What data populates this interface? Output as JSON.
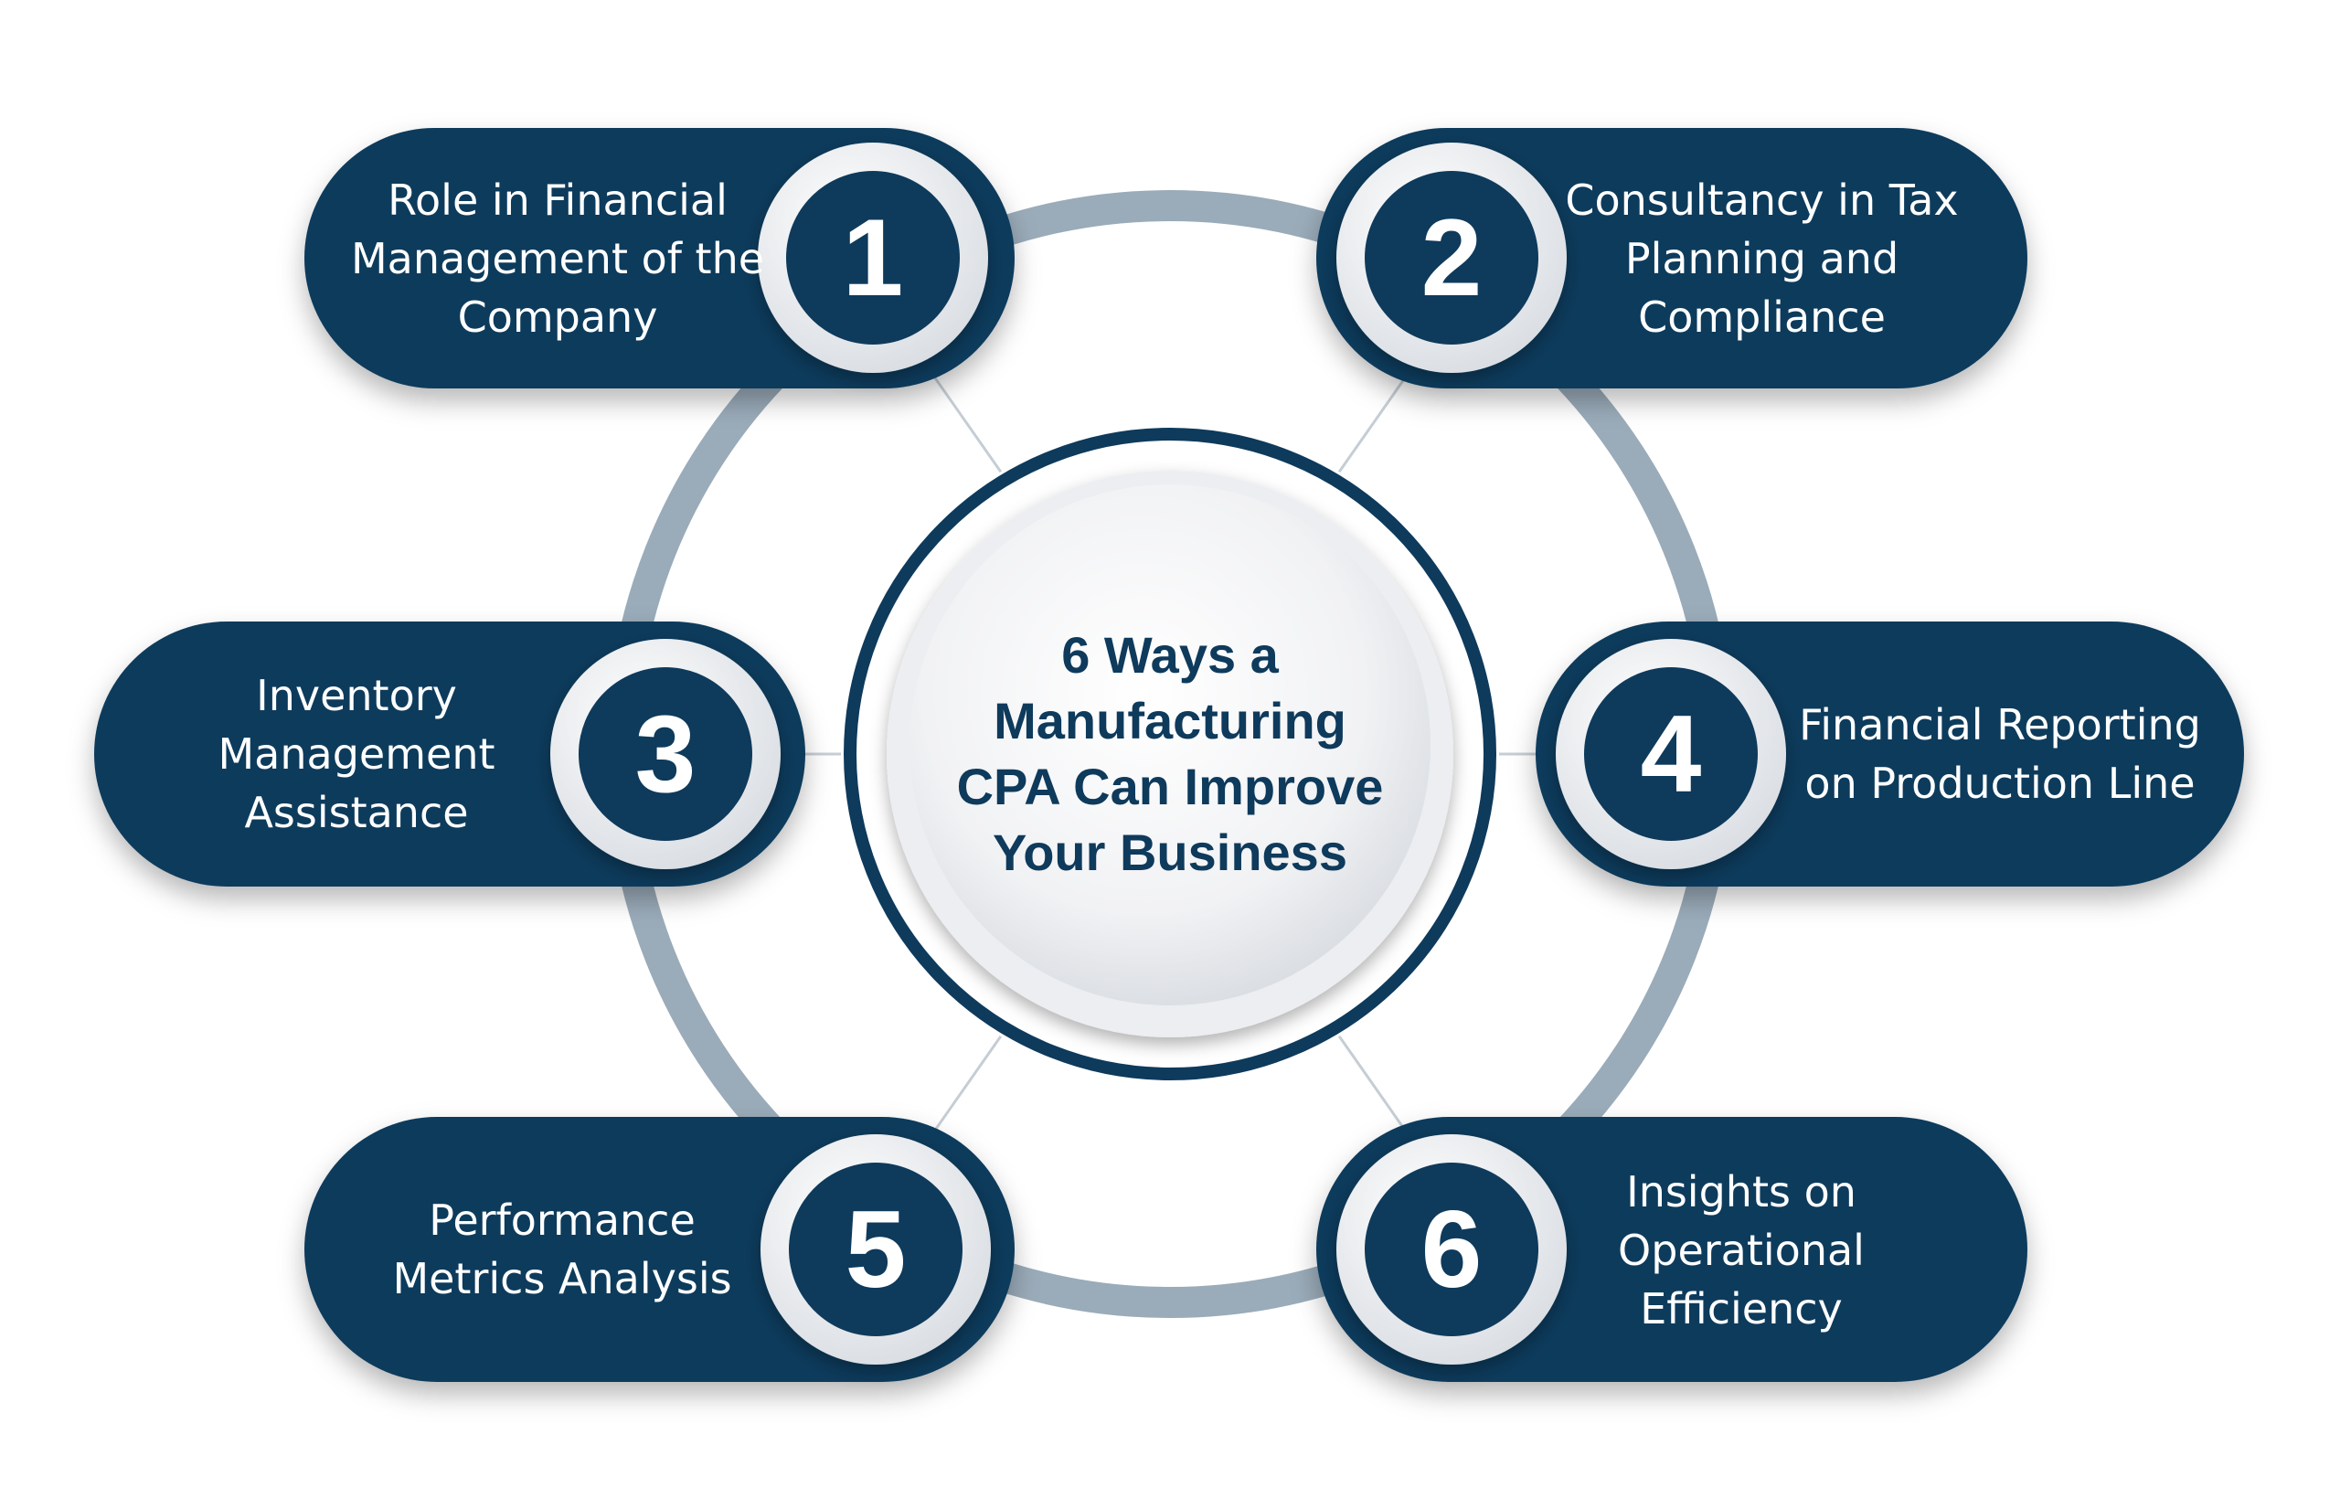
{
  "title": {
    "lines": [
      "6 Ways a",
      "Manufacturing",
      "CPA Can Improve",
      "Your Business"
    ]
  },
  "items": [
    {
      "number": "1",
      "lines": [
        "Role in Financial",
        "Management of the",
        "Company"
      ]
    },
    {
      "number": "2",
      "lines": [
        "Consultancy in Tax",
        "Planning and",
        "Compliance"
      ]
    },
    {
      "number": "3",
      "lines": [
        "Inventory",
        "Management",
        "Assistance"
      ]
    },
    {
      "number": "4",
      "lines": [
        "Financial Reporting",
        "on Production Line"
      ]
    },
    {
      "number": "5",
      "lines": [
        "Performance",
        "Metrics Analysis"
      ]
    },
    {
      "number": "6",
      "lines": [
        "Insights on",
        "Operational",
        "Efficiency"
      ]
    }
  ],
  "colors": {
    "navy": "#0e3a5c",
    "ring": "#9aabb9",
    "connector": "#c5cdd5",
    "background": "#ffffff"
  }
}
